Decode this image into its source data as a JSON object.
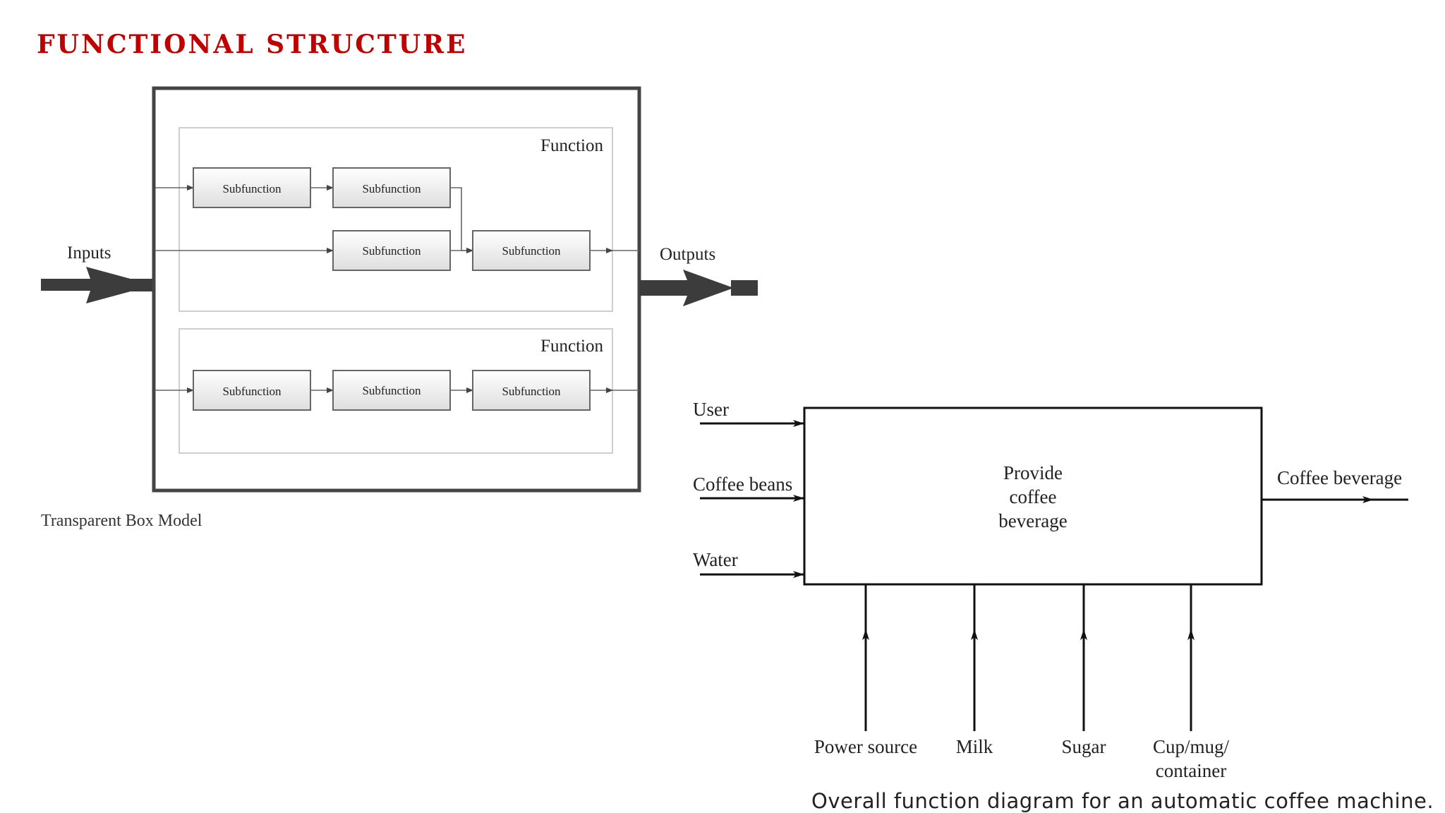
{
  "page_title": "FUNCTIONAL STRUCTURE",
  "transparent_box": {
    "inputs_label": "Inputs",
    "outputs_label": "Outputs",
    "function_label": "Function",
    "subfunction_label": "Subfunction",
    "caption": "Transparent Box Model"
  },
  "coffee_diagram": {
    "center_lines": [
      "Provide",
      "coffee",
      "beverage"
    ],
    "left_inputs": [
      "User",
      "Coffee beans",
      "Water"
    ],
    "right_output": "Coffee beverage",
    "bottom_inputs": [
      "Power source",
      "Milk",
      "Sugar",
      "Cup/mug/",
      "container"
    ],
    "caption": "Overall function diagram for an automatic coffee machine."
  }
}
